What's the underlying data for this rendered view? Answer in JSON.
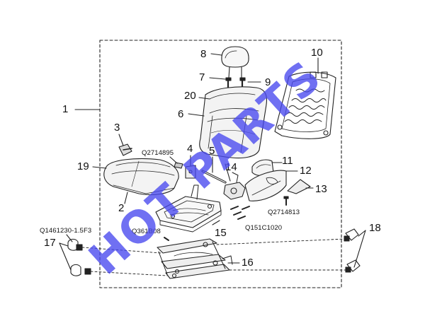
{
  "diagram": {
    "callouts": {
      "c1": "1",
      "c2": "2",
      "c3": "3",
      "c4": "4",
      "c5": "5",
      "c6": "6",
      "c7": "7",
      "c8": "8",
      "c9": "9",
      "c10": "10",
      "c11": "11",
      "c12": "12",
      "c13": "13",
      "c14": "14",
      "c15": "15",
      "c16": "16",
      "c17": "17",
      "c18": "18",
      "c19": "19",
      "c20": "20"
    },
    "part_codes": {
      "q2714895": "Q2714895",
      "q2714813": "Q2714813",
      "q151c1020": "Q151C1020",
      "q361b08": "Q361B08",
      "q1461230": "Q1461230-1.5F3"
    },
    "watermark": "HOT PARTS",
    "colors": {
      "line": "#222222",
      "watermark": "#4848ee",
      "background": "#ffffff"
    }
  }
}
